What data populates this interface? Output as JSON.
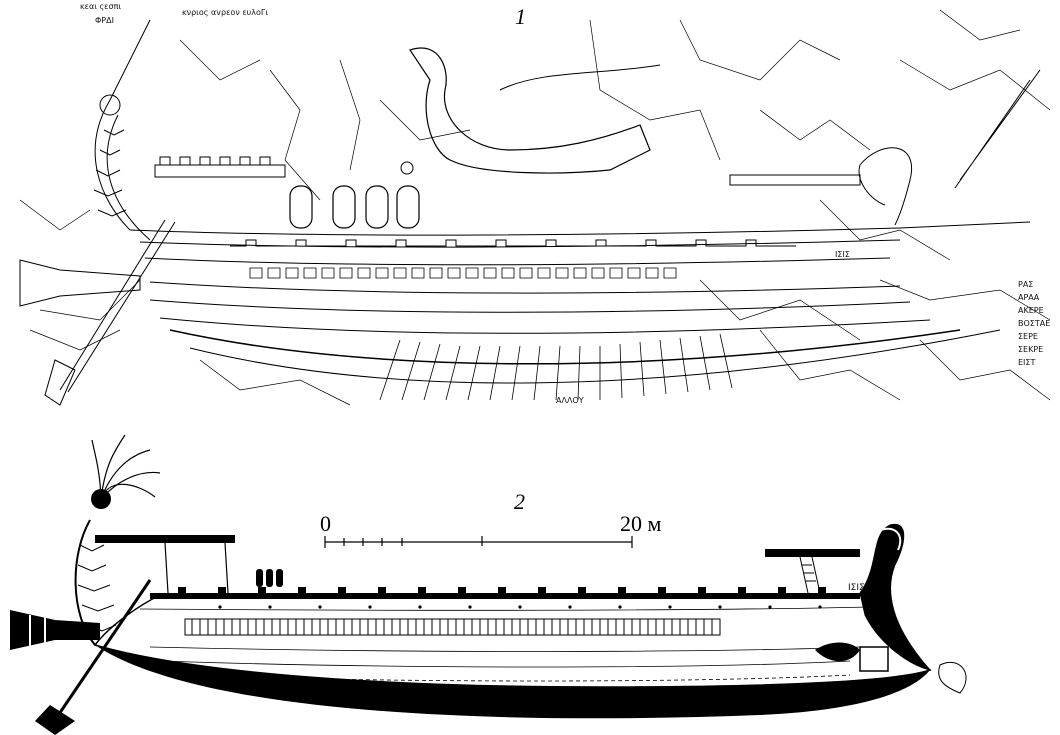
{
  "figure": {
    "panel_1": {
      "label": "1",
      "inscription_top": "ĸεαι ςεσπι",
      "inscription_top_2": "ĸνριoς αvρεoν ευλoΓι",
      "inscription_top_3": "ΦΡΔΙ",
      "ship_name": "ΙΣΙΣ",
      "inscription_bottom": "ΑΛΛΟΥ",
      "inscription_right": "ΡΑΣ\nΑΡΑΑ\nΑΚΕΡΕ\nΒΟΣΤΑΕ\nΣΕΡΕ\nΣΕΚΡΕ\nΕΙΣΤ"
    },
    "panel_2": {
      "label": "2",
      "scale_start": "0",
      "scale_end": "20 м",
      "ship_name": "ΙΣΙΣ"
    }
  },
  "colors": {
    "ink": "#000000",
    "paper": "#ffffff"
  }
}
